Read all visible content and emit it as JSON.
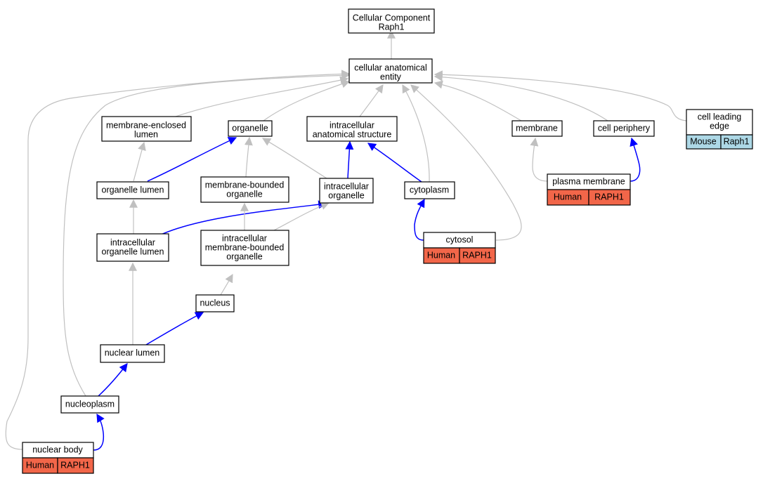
{
  "colors": {
    "gray_edge": "#c0c0c0",
    "blue_edge": "#0000ff",
    "human_fill": "#f26649",
    "mouse_fill": "#add8e6",
    "node_stroke": "#000000"
  },
  "nodes": {
    "root": {
      "lines": [
        "Cellular Component",
        "Raph1"
      ]
    },
    "cae": {
      "lines": [
        "cellular anatomical",
        "entity"
      ]
    },
    "mel": {
      "lines": [
        "membrane-enclosed",
        "lumen"
      ]
    },
    "organelle": {
      "lines": [
        "organelle"
      ]
    },
    "ias": {
      "lines": [
        "intracellular",
        "anatomical structure"
      ]
    },
    "membrane": {
      "lines": [
        "membrane"
      ]
    },
    "cellper": {
      "lines": [
        "cell periphery"
      ]
    },
    "cle": {
      "lines": [
        "cell leading",
        "edge"
      ],
      "cells": [
        "Mouse",
        "Raph1"
      ],
      "species": "mouse"
    },
    "orglumen": {
      "lines": [
        "organelle lumen"
      ]
    },
    "mbo": {
      "lines": [
        "membrane-bounded",
        "organelle"
      ]
    },
    "intraorg": {
      "lines": [
        "intracellular",
        "organelle"
      ]
    },
    "cytoplasm": {
      "lines": [
        "cytoplasm"
      ]
    },
    "pm": {
      "lines": [
        "plasma membrane"
      ],
      "cells": [
        "Human",
        "RAPH1"
      ],
      "species": "human"
    },
    "iol": {
      "lines": [
        "intracellular",
        "organelle lumen"
      ]
    },
    "imbo": {
      "lines": [
        "intracellular",
        "membrane-bounded",
        "organelle"
      ]
    },
    "cytosol": {
      "lines": [
        "cytosol"
      ],
      "cells": [
        "Human",
        "RAPH1"
      ],
      "species": "human"
    },
    "nucleus": {
      "lines": [
        "nucleus"
      ]
    },
    "nuclearlumen": {
      "lines": [
        "nuclear lumen"
      ]
    },
    "nucleoplasm": {
      "lines": [
        "nucleoplasm"
      ]
    },
    "nuclearbody": {
      "lines": [
        "nuclear body"
      ],
      "cells": [
        "Human",
        "RAPH1"
      ],
      "species": "human"
    }
  },
  "edges": [
    {
      "from": "cae",
      "to": "root",
      "color": "gray"
    },
    {
      "from": "mel",
      "to": "cae",
      "color": "gray"
    },
    {
      "from": "organelle",
      "to": "cae",
      "color": "gray"
    },
    {
      "from": "ias",
      "to": "cae",
      "color": "gray"
    },
    {
      "from": "membrane",
      "to": "cae",
      "color": "gray"
    },
    {
      "from": "cellper",
      "to": "cae",
      "color": "gray"
    },
    {
      "from": "cle",
      "to": "cae",
      "color": "gray"
    },
    {
      "from": "cytoplasm",
      "to": "cae",
      "color": "gray"
    },
    {
      "from": "cytosol",
      "to": "cae",
      "color": "gray"
    },
    {
      "from": "nucleoplasm",
      "to": "cae",
      "color": "gray"
    },
    {
      "from": "nuclearbody",
      "to": "cae",
      "color": "gray"
    },
    {
      "from": "orglumen",
      "to": "mel",
      "color": "gray"
    },
    {
      "from": "orglumen",
      "to": "organelle",
      "color": "blue"
    },
    {
      "from": "mbo",
      "to": "organelle",
      "color": "gray"
    },
    {
      "from": "intraorg",
      "to": "organelle",
      "color": "gray"
    },
    {
      "from": "intraorg",
      "to": "ias",
      "color": "blue"
    },
    {
      "from": "cytoplasm",
      "to": "ias",
      "color": "blue"
    },
    {
      "from": "pm",
      "to": "membrane",
      "color": "gray"
    },
    {
      "from": "pm",
      "to": "cellper",
      "color": "blue"
    },
    {
      "from": "iol",
      "to": "orglumen",
      "color": "gray"
    },
    {
      "from": "iol",
      "to": "intraorg",
      "color": "blue"
    },
    {
      "from": "imbo",
      "to": "mbo",
      "color": "gray"
    },
    {
      "from": "imbo",
      "to": "intraorg",
      "color": "gray"
    },
    {
      "from": "cytosol",
      "to": "cytoplasm",
      "color": "blue"
    },
    {
      "from": "nucleus",
      "to": "imbo",
      "color": "gray"
    },
    {
      "from": "nuclearlumen",
      "to": "iol",
      "color": "gray"
    },
    {
      "from": "nuclearlumen",
      "to": "nucleus",
      "color": "blue"
    },
    {
      "from": "nucleoplasm",
      "to": "nuclearlumen",
      "color": "blue"
    },
    {
      "from": "nuclearbody",
      "to": "nucleoplasm",
      "color": "blue"
    }
  ]
}
